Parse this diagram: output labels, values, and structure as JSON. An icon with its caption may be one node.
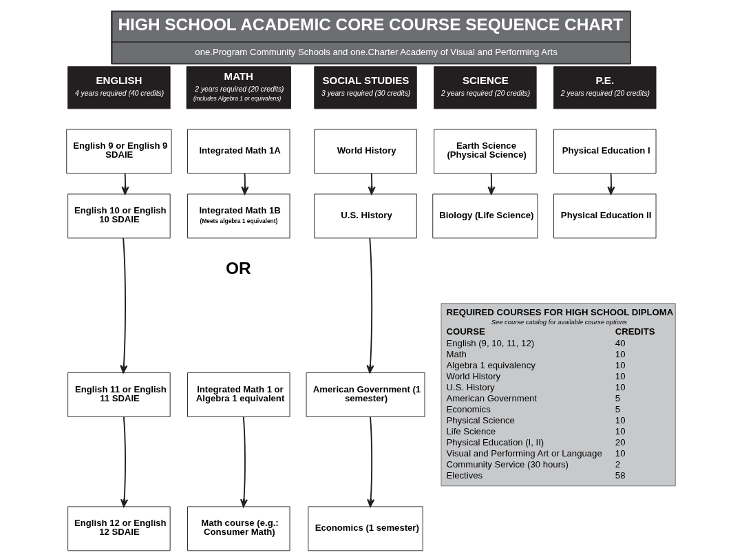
{
  "diagram": {
    "title": "HIGH SCHOOL ACADEMIC CORE COURSE SEQUENCE CHART",
    "caption": "one.Program Community Schools and one.Charter Academy of Visual and Performing Arts",
    "nodes": [
      {
        "text": [
          "ENGLISH",
          "4 years required (40 credits)"
        ]
      },
      {
        "text": [
          "MATH",
          "2 years required (20 credits)",
          "(includes Algebra 1 or equivalens)"
        ]
      },
      {
        "text": [
          "SOCIAL STUDIES",
          "3 years required (30 credits)"
        ]
      },
      {
        "text": [
          "SCIENCE",
          "2 years required (20 credits)"
        ]
      },
      {
        "text": [
          "P.E.",
          "2 years required (20 credits)"
        ]
      },
      {
        "text": [
          "English 9 or English 9 SDAIE"
        ]
      },
      {
        "text": [
          "Integrated Math 1A"
        ]
      },
      {
        "text": [
          "World History"
        ]
      },
      {
        "text": [
          "Earth Science (Physical Science)"
        ]
      },
      {
        "text": [
          "Physical Education I"
        ]
      },
      {
        "text": [
          "English 10 or English 10 SDAIE"
        ]
      },
      {
        "text": [
          "Integrated Math 1B",
          "(Meets algebra 1 equivalent)"
        ]
      },
      {
        "text": [
          "U.S. History"
        ]
      },
      {
        "text": [
          "Biology (Life Science)"
        ]
      },
      {
        "text": [
          "Physical Education II"
        ]
      },
      {
        "text": [
          "English 11 or English 11 SDAIE"
        ]
      },
      {
        "text": [
          "Integrated Math 1 or Algebra 1 equivalent"
        ]
      },
      {
        "text": [
          "American Government (1 semester)"
        ]
      },
      {
        "text": [
          "English 12 or English 12 SDAIE"
        ]
      },
      {
        "text": [
          "Math course (e.g.: Consumer Math)"
        ]
      },
      {
        "text": [
          "Economics (1 semester)"
        ]
      },
      {
        "text": [
          "REQUIRED COURSES FOR HIGH SCHOOL DIPLOMA",
          "See course catalog for available course options",
          "COURSE",
          "CREDITS",
          "English (9, 10, 11, 12)",
          "40",
          "Math",
          "10",
          "Algebra 1 equivalency",
          "10",
          "World History",
          "10",
          "U.S. History",
          "10",
          "American Government",
          "5",
          "Economics",
          "5",
          "Physical Science",
          "10",
          "Life Science",
          "10",
          "Physical Education (I, II)",
          "20",
          "Visual and Performing Art or Language",
          "10",
          "Community Service (30 hours)",
          "2",
          "Electives",
          "58"
        ]
      }
    ],
    "edges": [
      {
        "from": 5,
        "to": 10,
        "arrow": "to"
      },
      {
        "from": 6,
        "to": 11,
        "arrow": "to"
      },
      {
        "from": 7,
        "to": 12,
        "arrow": "to"
      },
      {
        "from": 8,
        "to": 13,
        "arrow": "to"
      },
      {
        "from": 9,
        "to": 14,
        "arrow": "to"
      },
      {
        "from": 10,
        "to": 15,
        "arrow": "to"
      },
      {
        "from": 12,
        "to": 17,
        "arrow": "to"
      },
      {
        "from": 15,
        "to": 18,
        "arrow": "to"
      },
      {
        "from": 16,
        "to": 19,
        "arrow": "to"
      },
      {
        "from": 17,
        "to": 20,
        "arrow": "to"
      }
    ],
    "labels": [
      "OR"
    ]
  }
}
